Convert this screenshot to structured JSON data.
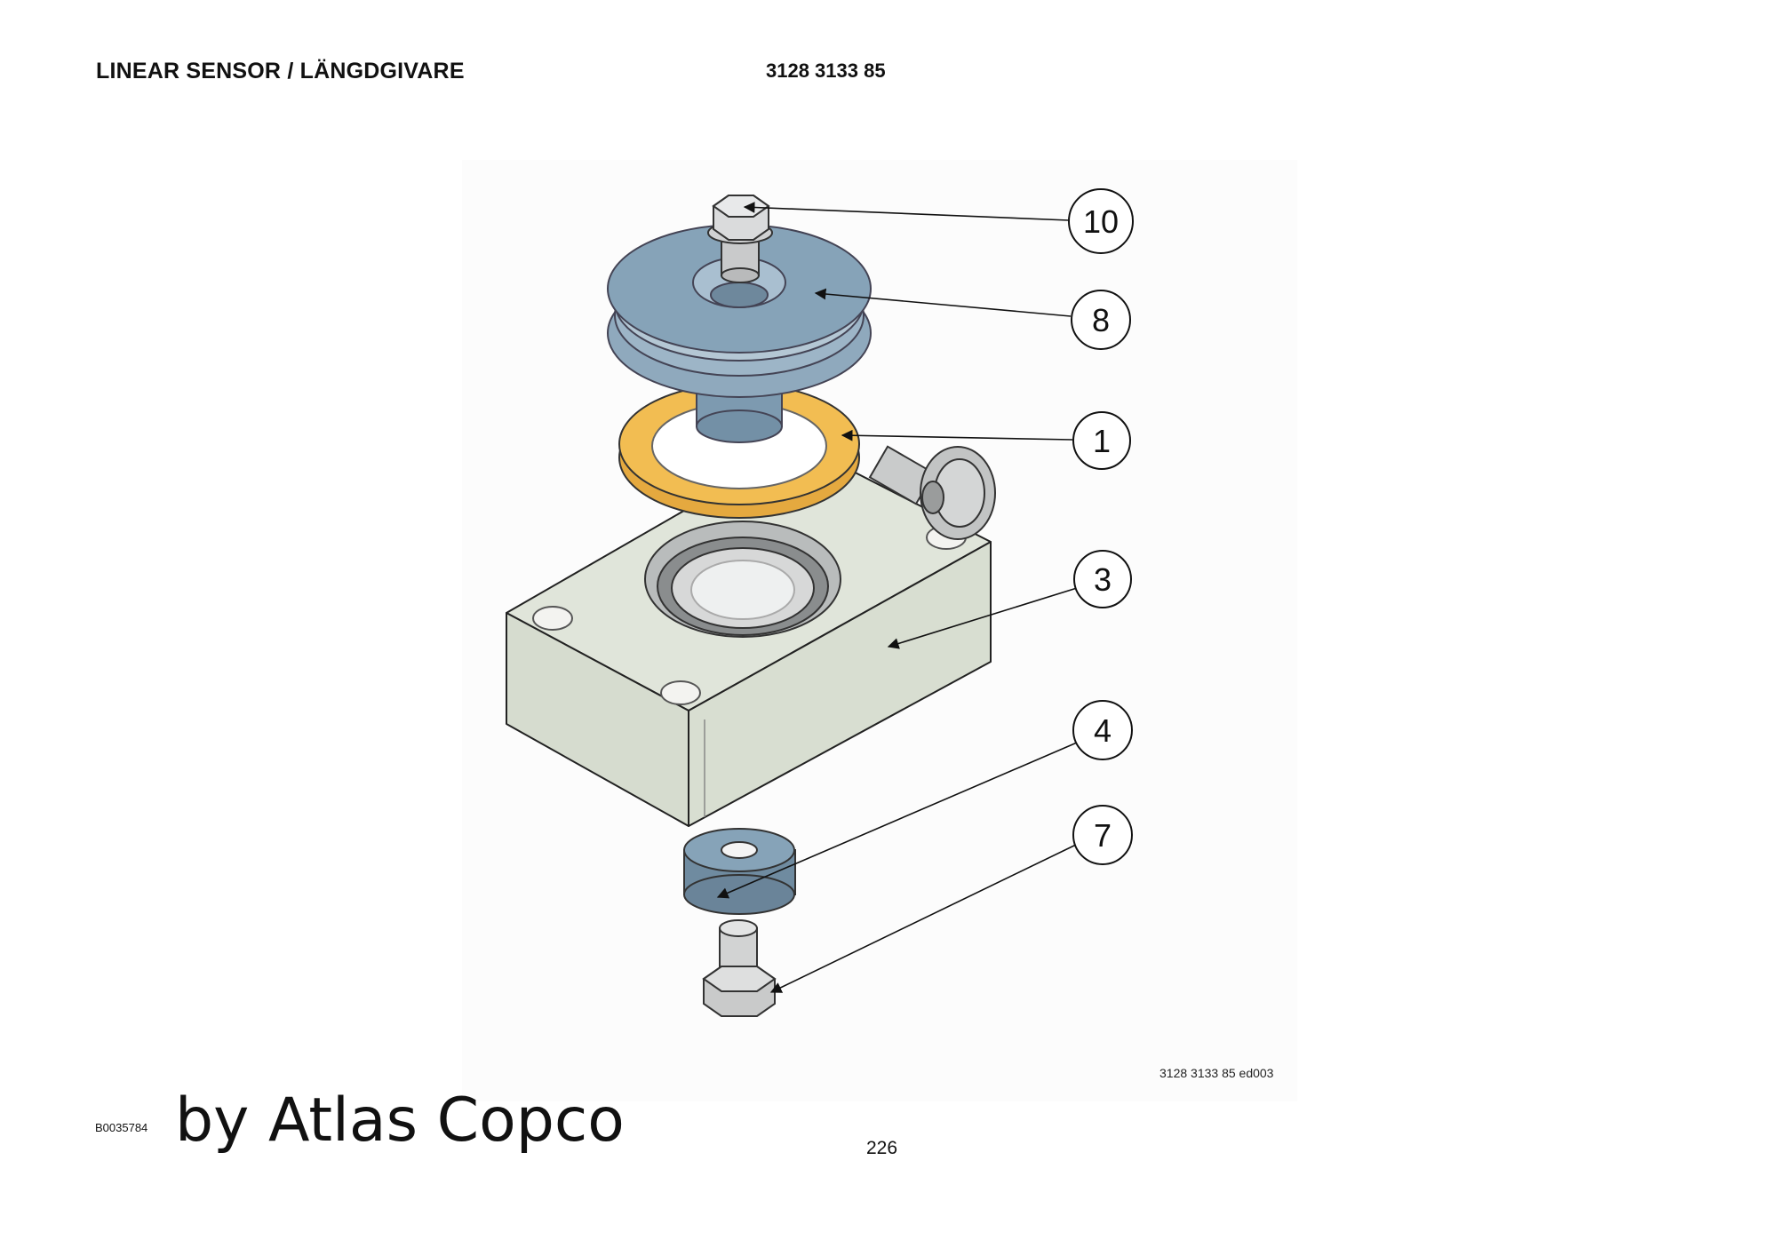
{
  "header": {
    "title": "LINEAR SENSOR / LÄNGDGIVARE",
    "part_number": "3128 3133 85"
  },
  "figure": {
    "reference": "3128 3133 85 ed003",
    "balloons": [
      "10",
      "8",
      "1",
      "3",
      "4",
      "7"
    ]
  },
  "footer": {
    "doc_id": "B0035784",
    "watermark": "by Atlas Copco",
    "page_number": "226"
  },
  "colors": {
    "pulley": "#86a3b8",
    "washer": "#f2bd52",
    "housing": "#dce1d6",
    "bolt": "#d4d4d4"
  }
}
